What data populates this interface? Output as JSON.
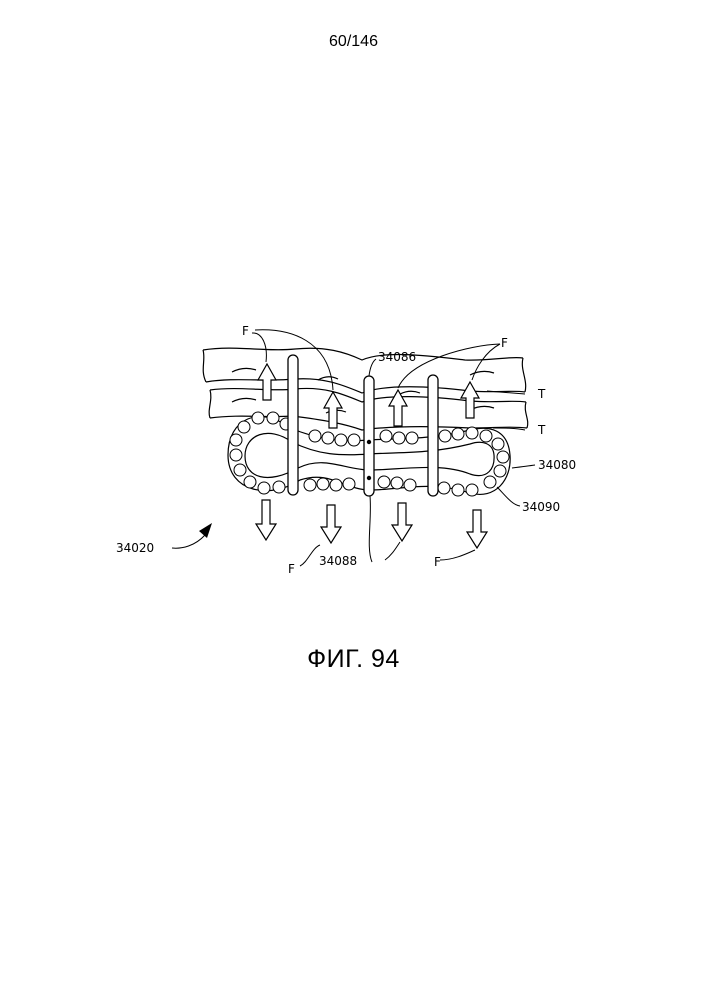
{
  "page": {
    "number": "60/146"
  },
  "figure": {
    "caption": "ФИГ. 94",
    "labels": {
      "device": "34020",
      "staple_upper": "34086",
      "staple_lower": "34088",
      "adjunct_outer": "34080",
      "adjunct_beads": "34090",
      "force": "F",
      "tissue": "T"
    }
  }
}
